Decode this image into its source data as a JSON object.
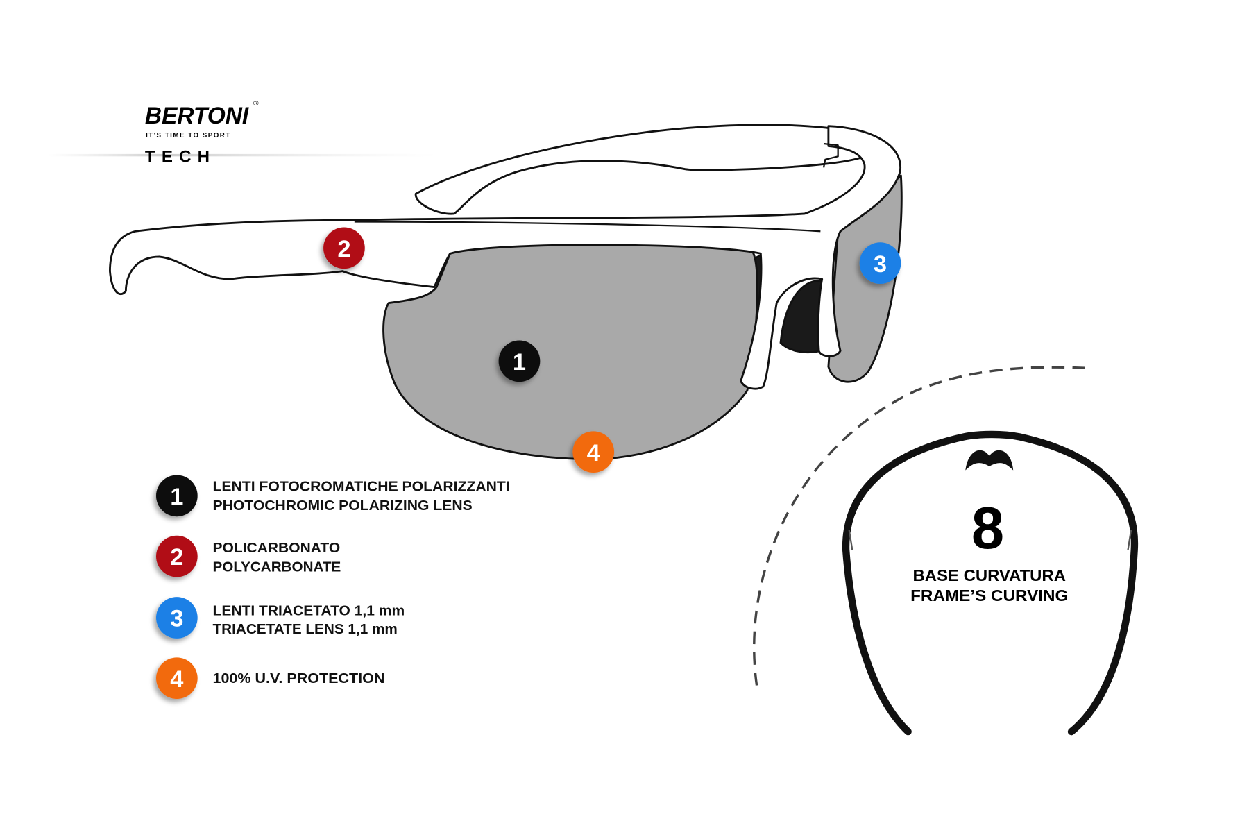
{
  "brand": {
    "name": "BERTONI",
    "registered": "®",
    "tagline": "IT'S TIME TO SPORT",
    "line": "TECH"
  },
  "callouts": [
    {
      "number": "1",
      "color": "#0a0a0a"
    },
    {
      "number": "2",
      "color": "#b10e12"
    },
    {
      "number": "3",
      "color": "#1a80e6"
    },
    {
      "number": "4",
      "color": "#f26a10"
    }
  ],
  "legend": [
    {
      "number": "1",
      "line1": "LENTI FOTOCROMATICHE POLARIZZANTI",
      "line2": "PHOTOCHROMIC POLARIZING LENS"
    },
    {
      "number": "2",
      "line1": "POLICARBONATO",
      "line2": "POLYCARBONATE"
    },
    {
      "number": "3",
      "line1": "LENTI TRIACETATO 1,1 mm",
      "line2": "TRIACETATE LENS 1,1 mm"
    },
    {
      "number": "4",
      "line1": "100% U.V. PROTECTION",
      "line2": ""
    }
  ],
  "curvature": {
    "value": "8",
    "label_it": "BASE CURVATURA",
    "label_en": "FRAME’S CURVING"
  },
  "colors": {
    "lens": "#a9a9a9",
    "outline": "#111111"
  }
}
